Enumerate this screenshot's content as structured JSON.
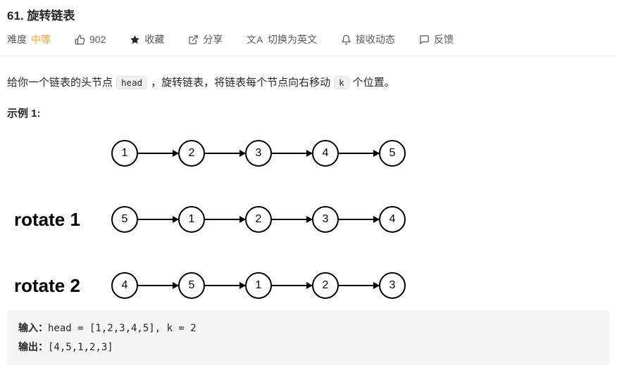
{
  "header": {
    "title": "61. 旋转链表"
  },
  "meta": {
    "difficulty_label": "难度",
    "difficulty_value": "中等",
    "likes_count": "902",
    "favorite_label": "收藏",
    "share_label": "分享",
    "language_label": "切换为英文",
    "notifications_label": "接收动态",
    "feedback_label": "反馈",
    "icons": {
      "language_glyph": "文A"
    }
  },
  "colors": {
    "difficulty_medium": "#ffa116",
    "meta_text": "#595959"
  },
  "description": {
    "text_1": "给你一个链表的头节点",
    "code_1": "head",
    "text_2": "，旋转链表，将链表每个节点向右移动",
    "code_2": "k",
    "text_3": "个位置。"
  },
  "example": {
    "heading": "示例 1:"
  },
  "diagram": {
    "rows": [
      {
        "label": "",
        "nodes": [
          "1",
          "2",
          "3",
          "4",
          "5"
        ]
      },
      {
        "label": "rotate 1",
        "nodes": [
          "5",
          "1",
          "2",
          "3",
          "4"
        ]
      },
      {
        "label": "rotate 2",
        "nodes": [
          "4",
          "5",
          "1",
          "2",
          "3"
        ]
      }
    ]
  },
  "example_block": {
    "input_label": "输入：",
    "input_value": "head = [1,2,3,4,5], k = 2",
    "output_label": "输出：",
    "output_value": "[4,5,1,2,3]"
  }
}
